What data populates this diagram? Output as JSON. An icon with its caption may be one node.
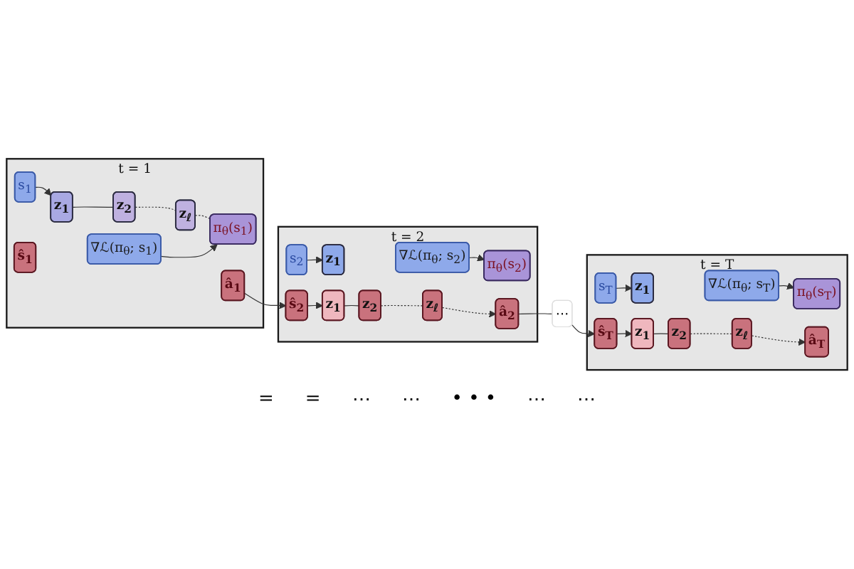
{
  "diagram": {
    "nodes": [
      {
        "text": [
          "t = 1"
        ]
      },
      {
        "text": [
          "∇ℒ(π$_{θ}$; s$_{1}$)"
        ],
        "in": 0
      },
      {
        "text": [
          "s$_{1}$"
        ],
        "in": 0
      },
      {
        "text": [
          "z$_{1}$"
        ],
        "in": 0
      },
      {
        "text": [
          "z$_{2}$"
        ],
        "in": 0
      },
      {
        "text": [
          "z$_{ℓ}$"
        ],
        "in": 0
      },
      {
        "text": [
          "π$_{θ}$(s$_{1}$)"
        ],
        "in": 0
      },
      {
        "text": [
          "ŝ$_{1}$"
        ],
        "in": 0
      },
      {
        "text": [
          "â$_{1}$"
        ],
        "in": 0
      },
      {
        "text": [
          "t = 2"
        ]
      },
      {
        "text": [
          "∇ℒ(π$_{θ}$; s$_{2}$)"
        ],
        "in": 9
      },
      {
        "text": [
          "s$_{2}$"
        ],
        "in": 9
      },
      {
        "text": [
          "z$_{1}$"
        ],
        "in": 9
      },
      {
        "text": [
          "π$_{θ}$(s$_{2}$)"
        ],
        "in": 9
      },
      {
        "text": [
          "ŝ$_{2}$"
        ],
        "in": 9
      },
      {
        "text": [
          "z$_{1}$"
        ],
        "in": 9
      },
      {
        "text": [
          "z$_{2}$"
        ],
        "in": 9
      },
      {
        "text": [
          "z$_{ℓ}$"
        ],
        "in": 9
      },
      {
        "text": [
          "â$_{2}$"
        ],
        "in": 9
      },
      {
        "text": [
          "⋯"
        ]
      },
      {
        "text": [
          "t = T"
        ]
      },
      {
        "text": [
          "∇ℒ(π$_{θ}$; s$_{T}$)"
        ],
        "in": 20
      },
      {
        "text": [
          "s$_{T}$"
        ],
        "in": 20
      },
      {
        "text": [
          "z$_{1}$"
        ],
        "in": 20
      },
      {
        "text": [
          "π$_{θ}$(s$_{T}$)"
        ],
        "in": 20
      },
      {
        "text": [
          "ŝ$_{T}$"
        ],
        "in": 20
      },
      {
        "text": [
          "z$_{1}$"
        ],
        "in": 20
      },
      {
        "text": [
          "z$_{2}$"
        ],
        "in": 20
      },
      {
        "text": [
          "z$_{ℓ}$"
        ],
        "in": 20
      },
      {
        "text": [
          "â$_{T}$"
        ],
        "in": 20
      }
    ],
    "edges": [
      {
        "from": 2,
        "to": 3,
        "arrow": "to"
      },
      {
        "from": 3,
        "to": 4,
        "arrow": "none"
      },
      {
        "from": 4,
        "to": 5,
        "arrow": "none",
        "style": "dashed"
      },
      {
        "from": 5,
        "to": 6,
        "arrow": "none",
        "style": "dashed"
      },
      {
        "from": 1,
        "to": 6,
        "arrow": "to"
      },
      {
        "from": 8,
        "to": 14,
        "arrow": "to"
      },
      {
        "from": 11,
        "to": 12,
        "arrow": "to"
      },
      {
        "from": 14,
        "to": 15,
        "arrow": "to"
      },
      {
        "from": 15,
        "to": 16,
        "arrow": "none"
      },
      {
        "from": 16,
        "to": 17,
        "arrow": "none",
        "style": "dashed"
      },
      {
        "from": 17,
        "to": 18,
        "arrow": "to",
        "style": "dashed"
      },
      {
        "from": 10,
        "to": 13,
        "arrow": "to"
      },
      {
        "from": 18,
        "to": 19,
        "arrow": "none"
      },
      {
        "from": 19,
        "to": 25,
        "arrow": "to"
      },
      {
        "from": 22,
        "to": 23,
        "arrow": "to"
      },
      {
        "from": 25,
        "to": 26,
        "arrow": "to"
      },
      {
        "from": 26,
        "to": 27,
        "arrow": "none"
      },
      {
        "from": 27,
        "to": 28,
        "arrow": "none",
        "style": "dashed"
      },
      {
        "from": 28,
        "to": 29,
        "arrow": "to",
        "style": "dashed"
      },
      {
        "from": 21,
        "to": 24,
        "arrow": "to"
      }
    ],
    "labels": [
      "=",
      "=",
      "⋯",
      "⋯",
      "• • •",
      "⋯",
      "⋯"
    ]
  }
}
